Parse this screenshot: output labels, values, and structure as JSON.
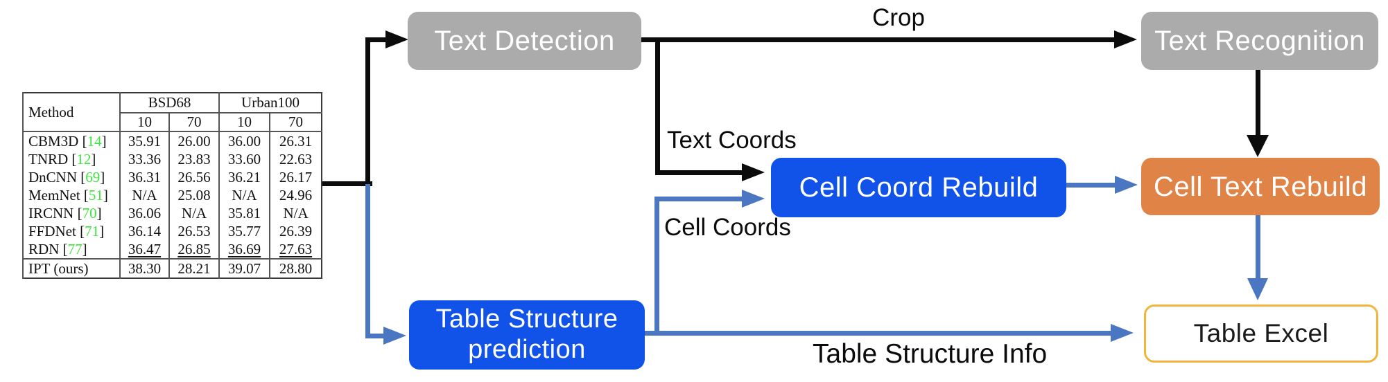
{
  "diagram": {
    "nodes": {
      "text_detection": "Text Detection",
      "text_recognition": "Text Recognition",
      "cell_coord_rebuild": "Cell Coord Rebuild",
      "cell_text_rebuild": "Cell Text Rebuild",
      "table_structure_prediction": "Table Structure prediction",
      "table_excel": "Table Excel"
    },
    "edge_labels": {
      "crop": "Crop",
      "text_coords": "Text Coords",
      "cell_coords": "Cell Coords",
      "table_structure_info": "Table Structure Info"
    },
    "colors": {
      "gray_box": "#ABABAB",
      "blue_box": "#1153E8",
      "orange_box": "#E08347",
      "gold_border": "#F2B53C",
      "blue_arrow": "#4B77C2",
      "black_arrow": "#0B0B0B",
      "citation_green": "#3BE83B"
    }
  },
  "table": {
    "method_header": "Method",
    "col_groups": [
      "BSD68",
      "Urban100"
    ],
    "sub_headers": [
      "10",
      "70",
      "10",
      "70"
    ],
    "rows": [
      {
        "prefix": "CBM3D [",
        "cite": "14",
        "suffix": "]",
        "values": [
          "35.91",
          "26.00",
          "36.00",
          "26.31"
        ]
      },
      {
        "prefix": "TNRD [",
        "cite": "12",
        "suffix": "]",
        "values": [
          "33.36",
          "23.83",
          "33.60",
          "22.63"
        ]
      },
      {
        "prefix": "DnCNN [",
        "cite": "69",
        "suffix": "]",
        "values": [
          "36.31",
          "26.56",
          "36.21",
          "26.17"
        ]
      },
      {
        "prefix": "MemNet [",
        "cite": "51",
        "suffix": "]",
        "values": [
          "N/A",
          "25.08",
          "N/A",
          "24.96"
        ]
      },
      {
        "prefix": "IRCNN [",
        "cite": "70",
        "suffix": "]",
        "values": [
          "36.06",
          "N/A",
          "35.81",
          "N/A"
        ]
      },
      {
        "prefix": "FFDNet [",
        "cite": "71",
        "suffix": "]",
        "values": [
          "36.14",
          "26.53",
          "35.77",
          "26.39"
        ]
      },
      {
        "prefix": "RDN [",
        "cite": "77",
        "suffix": "]",
        "values": [
          "36.47",
          "26.85",
          "36.69",
          "27.63"
        ]
      },
      {
        "prefix": "IPT (ours)",
        "cite": "",
        "suffix": "",
        "values": [
          "38.30",
          "28.21",
          "39.07",
          "28.80"
        ]
      }
    ]
  }
}
